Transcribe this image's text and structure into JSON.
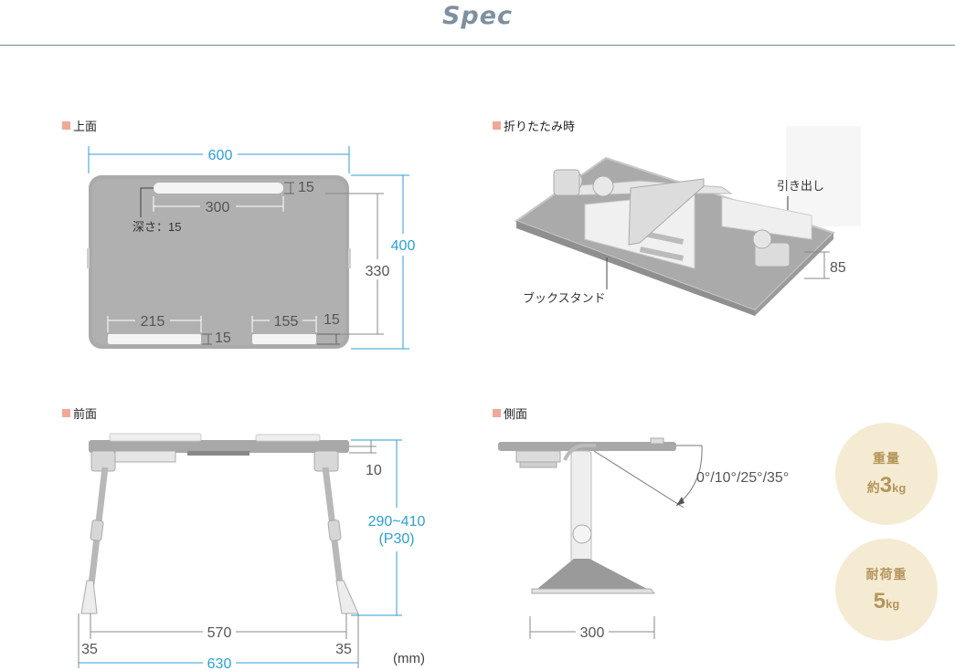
{
  "header": {
    "title": "Spec"
  },
  "sections": {
    "top": {
      "label": "上面",
      "width": "600",
      "height": "400",
      "inner_height": "330",
      "handle_width": "300",
      "handle_depth_label": "15",
      "depth": "深さ：15",
      "left_slot": "215",
      "left_slot_depth": "15",
      "right_slot": "155",
      "right_slot_depth": "15"
    },
    "folded": {
      "label": "折りたたみ時",
      "drawer": "引き出し",
      "book_stand": "ブックスタンド",
      "thickness": "85"
    },
    "front": {
      "label": "前面",
      "top_thickness": "10",
      "height_range": "290~410",
      "height_pitch": "(P30)",
      "inner_width": "570",
      "leg_left": "35",
      "leg_right": "35",
      "total_width": "630"
    },
    "side": {
      "label": "側面",
      "angles": "0°/10°/25°/35°",
      "base_width": "300"
    }
  },
  "unit": "(mm)",
  "badges": [
    {
      "label": "重量",
      "prefix": "約",
      "value": "3",
      "unit": "kg"
    },
    {
      "label": "耐荷重",
      "prefix": "",
      "value": "5",
      "unit": "kg"
    }
  ],
  "colors": {
    "dimension": "#2b9fd6",
    "accent_square": "#f0a898",
    "badge_bg": "#f5ebd3",
    "badge_text": "#b4955a",
    "rule": "#6f8c86"
  }
}
